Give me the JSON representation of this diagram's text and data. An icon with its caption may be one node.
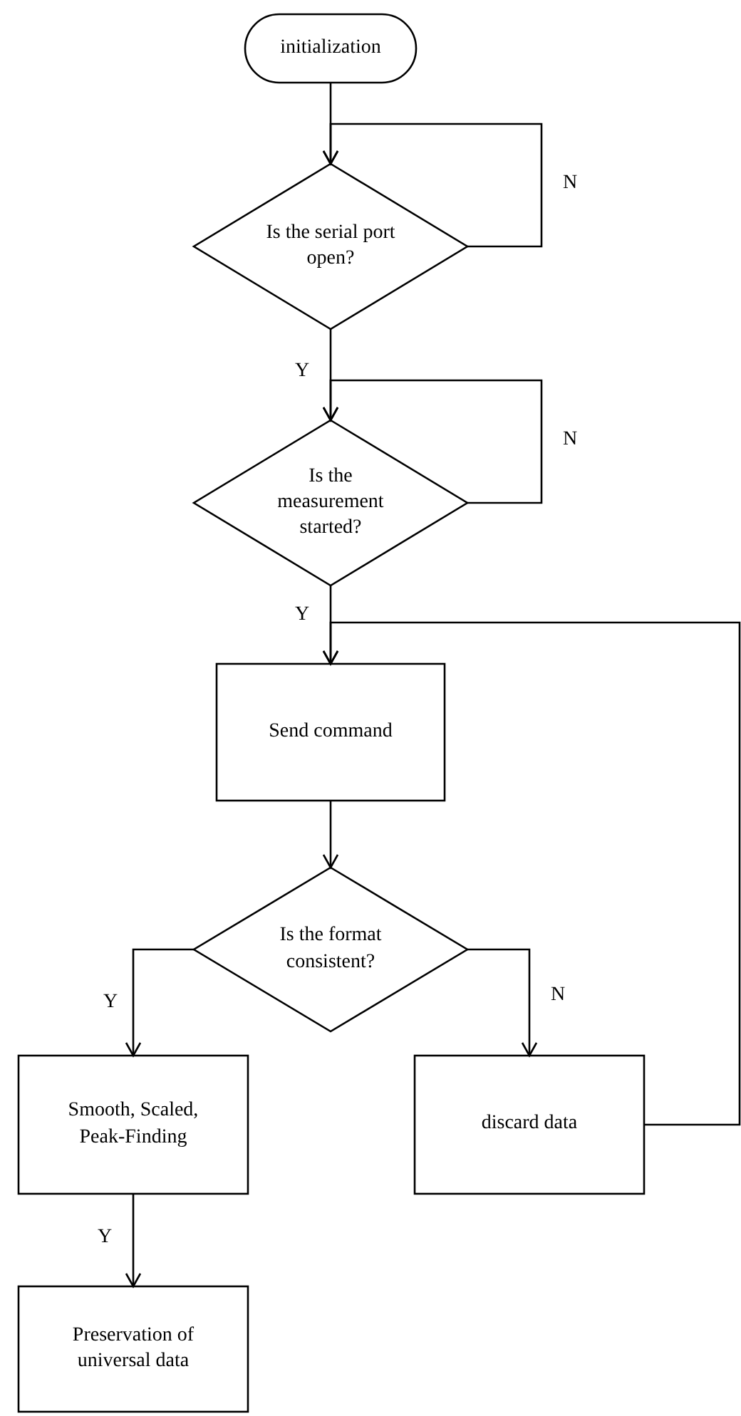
{
  "diagram": {
    "nodes": [
      {
        "text": [
          "initialization"
        ]
      },
      {
        "text": [
          "Is the serial port open?"
        ]
      },
      {
        "text": [
          "Is the measurement started?"
        ]
      },
      {
        "text": [
          "Send command"
        ]
      },
      {
        "text": [
          "Is the format consistent?"
        ]
      },
      {
        "text": [
          "Smooth, Scaled, Peak-Finding"
        ]
      },
      {
        "text": [
          "discard data"
        ]
      },
      {
        "text": [
          "Preservation of universal data"
        ]
      }
    ],
    "edges": [
      {
        "from": 0,
        "to": 1,
        "arrow": "to"
      },
      {
        "from": 1,
        "to": 1,
        "arrow": "to",
        "label": "N"
      },
      {
        "from": 1,
        "to": 2,
        "arrow": "to",
        "label": "Y"
      },
      {
        "from": 2,
        "to": 2,
        "arrow": "to",
        "label": "N"
      },
      {
        "from": 2,
        "to": 3,
        "arrow": "to",
        "label": "Y"
      },
      {
        "from": 3,
        "to": 4,
        "arrow": "to"
      },
      {
        "from": 4,
        "to": 5,
        "arrow": "to",
        "label": "Y"
      },
      {
        "from": 4,
        "to": 6,
        "arrow": "to",
        "label": "N"
      },
      {
        "from": 6,
        "to": 3,
        "arrow": "to"
      },
      {
        "from": 5,
        "to": 7,
        "arrow": "to",
        "label": "Y"
      }
    ]
  }
}
